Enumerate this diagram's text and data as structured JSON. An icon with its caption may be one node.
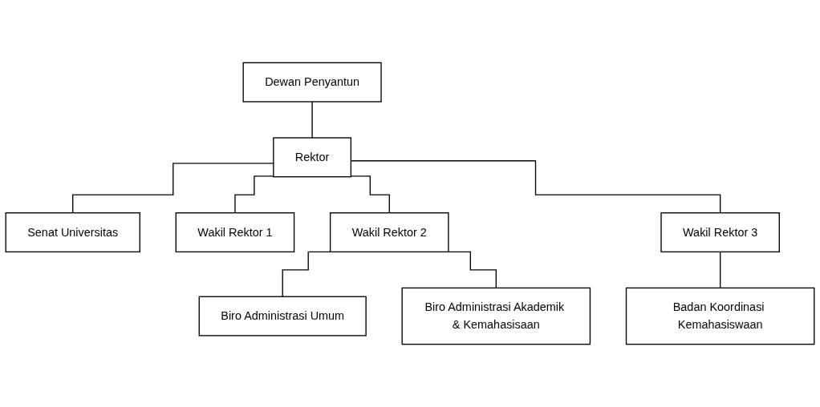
{
  "diagram": {
    "nodes": [
      {
        "text": [
          "Dewan Penyantun"
        ]
      },
      {
        "text": [
          "Rektor"
        ]
      },
      {
        "text": [
          "Senat Universitas"
        ]
      },
      {
        "text": [
          "Wakil Rektor 1"
        ]
      },
      {
        "text": [
          "Wakil Rektor 2"
        ]
      },
      {
        "text": [
          "Wakil Rektor 3"
        ]
      },
      {
        "text": [
          "Badan Koordinasi Kemahasiswaan"
        ]
      },
      {
        "text": [
          "Biro Administrasi Umum"
        ]
      },
      {
        "text": [
          "Biro Administrasi Akademik & Kemahasisaan"
        ]
      }
    ],
    "edges": [
      {
        "from": 0,
        "to": 1,
        "arrow": "none"
      },
      {
        "from": 1,
        "to": 2,
        "arrow": "none"
      },
      {
        "from": 1,
        "to": 3,
        "arrow": "none"
      },
      {
        "from": 1,
        "to": 4,
        "arrow": "none"
      },
      {
        "from": 1,
        "to": 5,
        "arrow": "none"
      },
      {
        "from": 5,
        "to": 6,
        "arrow": "none"
      },
      {
        "from": 4,
        "to": 7,
        "arrow": "none"
      },
      {
        "from": 4,
        "to": 8,
        "arrow": "none"
      }
    ]
  }
}
